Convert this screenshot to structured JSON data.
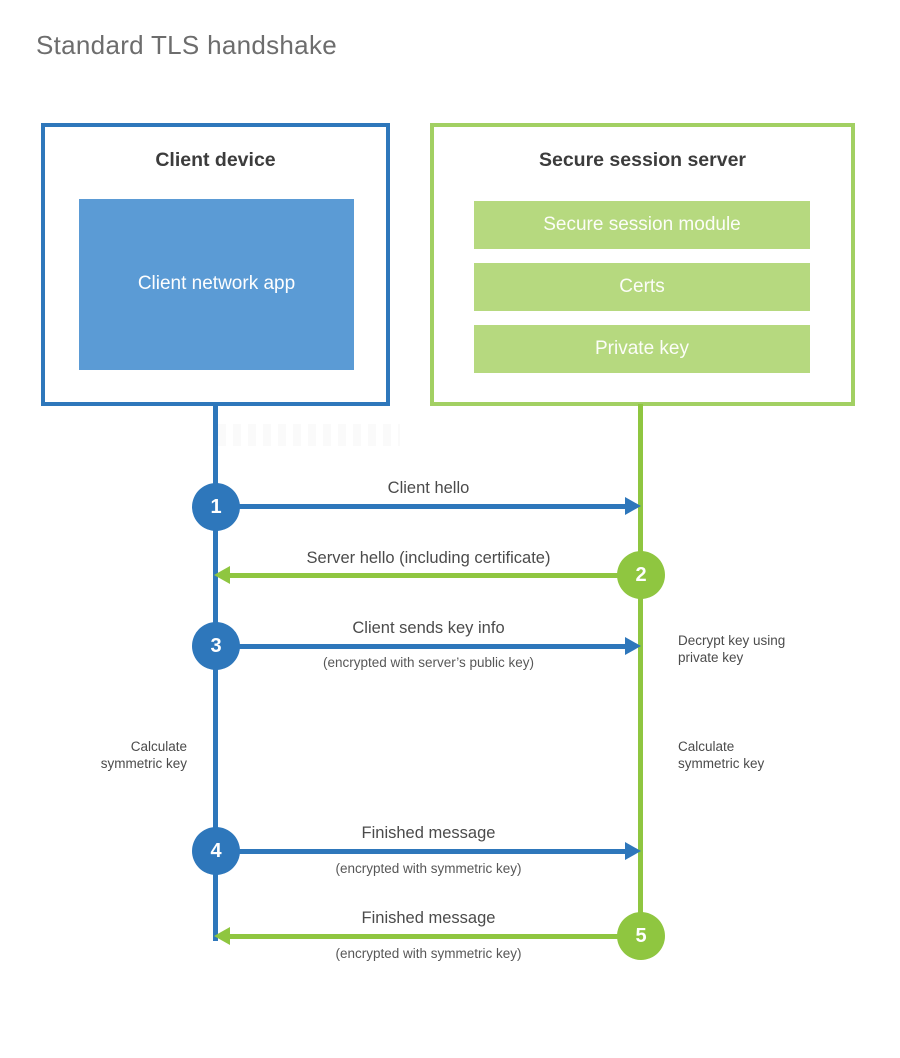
{
  "page": {
    "title": "Standard TLS handshake"
  },
  "colors": {
    "blue": "#2e77bb",
    "blue_fill": "#5b9bd5",
    "green": "#8fc640",
    "green_border": "#a2d063",
    "green_fill": "#b6d97f",
    "heading_text": "#3c3c3c",
    "label_text": "#4b4b4b",
    "title_text": "#6d6d6d"
  },
  "client_box": {
    "title": "Client device",
    "app_label": "Client network app"
  },
  "server_box": {
    "title": "Secure session server",
    "modules": [
      "Secure session module",
      "Certs",
      "Private key"
    ]
  },
  "steps": [
    {
      "number": "1",
      "actor": "client",
      "direction": "right",
      "label": "Client hello",
      "sublabel": ""
    },
    {
      "number": "2",
      "actor": "server",
      "direction": "left",
      "label": "Server hello (including certificate)",
      "sublabel": ""
    },
    {
      "number": "3",
      "actor": "client",
      "direction": "right",
      "label": "Client sends key info",
      "sublabel": "(encrypted with server’s public key)",
      "server_note": "Decrypt key using private key"
    },
    {
      "number": "4",
      "actor": "client",
      "direction": "right",
      "label": "Finished message",
      "sublabel": "(encrypted with symmetric key)"
    },
    {
      "number": "5",
      "actor": "server",
      "direction": "left",
      "label": "Finished message",
      "sublabel": "(encrypted with symmetric key)"
    }
  ],
  "annotations": {
    "client_calculate": "Calculate symmetric key",
    "server_calculate": "Calculate symmetric key"
  }
}
